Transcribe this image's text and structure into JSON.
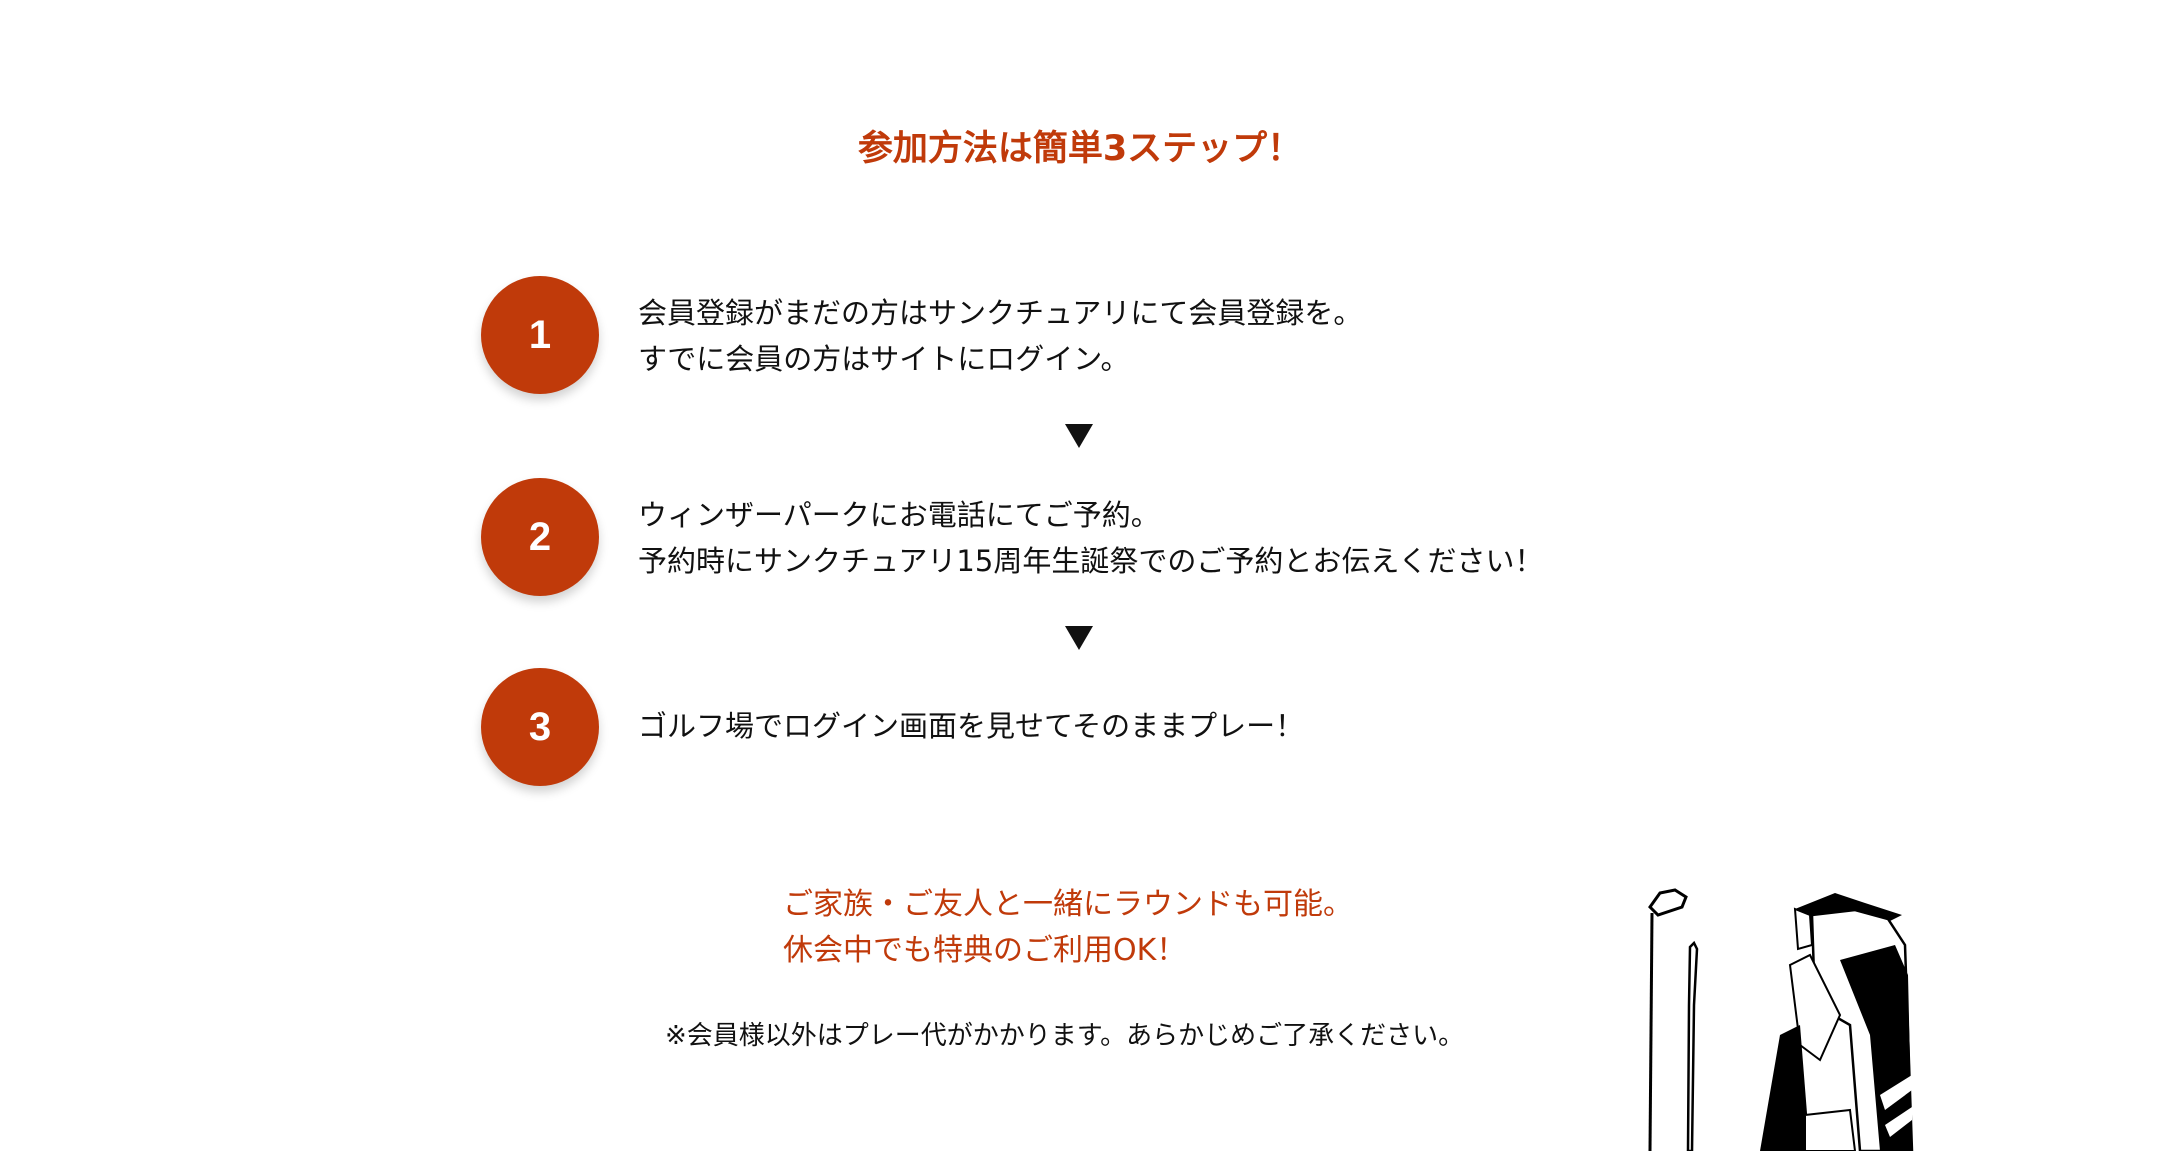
{
  "colors": {
    "accent": "#c03a0a",
    "text": "#111111"
  },
  "title": "参加方法は簡単3ステップ！",
  "steps": [
    {
      "number": "1",
      "lines": [
        "会員登録がまだの方はサンクチュアリにて会員登録を。",
        "すでに会員の方はサイトにログイン。"
      ]
    },
    {
      "number": "2",
      "lines": [
        "ウィンザーパークにお電話にてご予約。",
        "予約時にサンクチュアリ15周年生誕祭でのご予約とお伝えください！"
      ]
    },
    {
      "number": "3",
      "lines": [
        "ゴルフ場でログイン画面を見せてそのままプレー！"
      ]
    }
  ],
  "highlight": [
    "ご家族・ご友人と一緒にラウンドも可能。",
    "休会中でも特典のご利用OK！"
  ],
  "note": "※会員様以外はプレー代がかかります。あらかじめご了承ください。"
}
